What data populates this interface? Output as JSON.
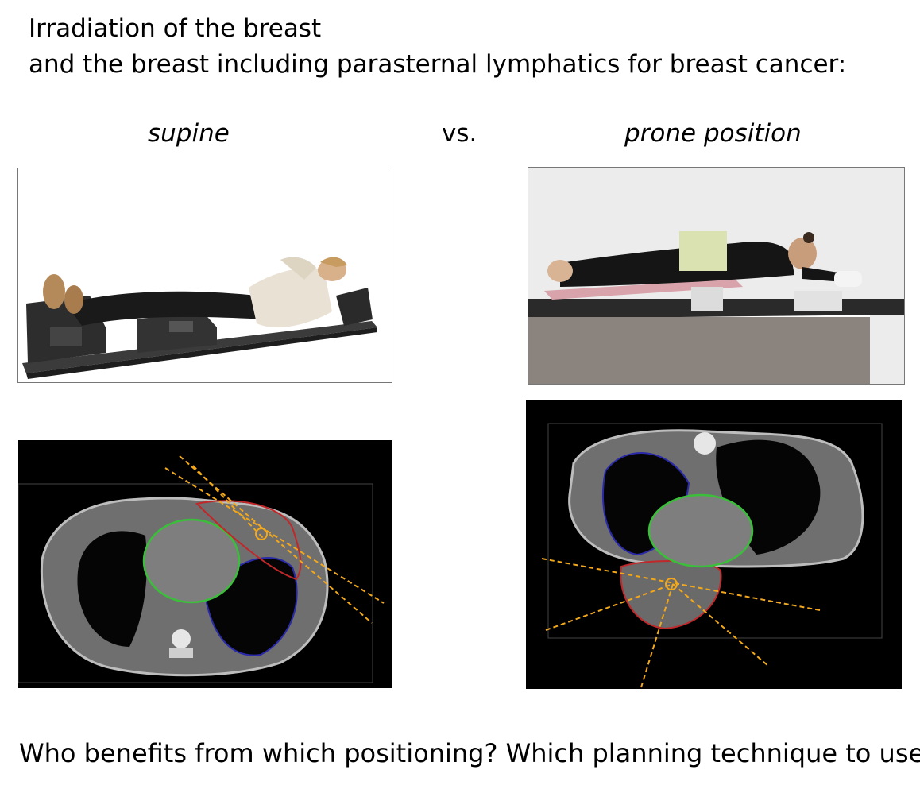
{
  "header": {
    "line1": "Irradiation of the breast",
    "line2": "and the breast including parasternal lymphatics for breast cancer:"
  },
  "columns": {
    "left_label": "supine",
    "separator": "vs.",
    "right_label": "prone position"
  },
  "footer": {
    "question": "Who benefits from which positioning? Which planning technique to use?"
  },
  "colors": {
    "beam": "#f2a81d",
    "heart_contour": "#3bbf3b",
    "lung_contour": "#2a2aa8",
    "target_contour": "#c0282a"
  }
}
